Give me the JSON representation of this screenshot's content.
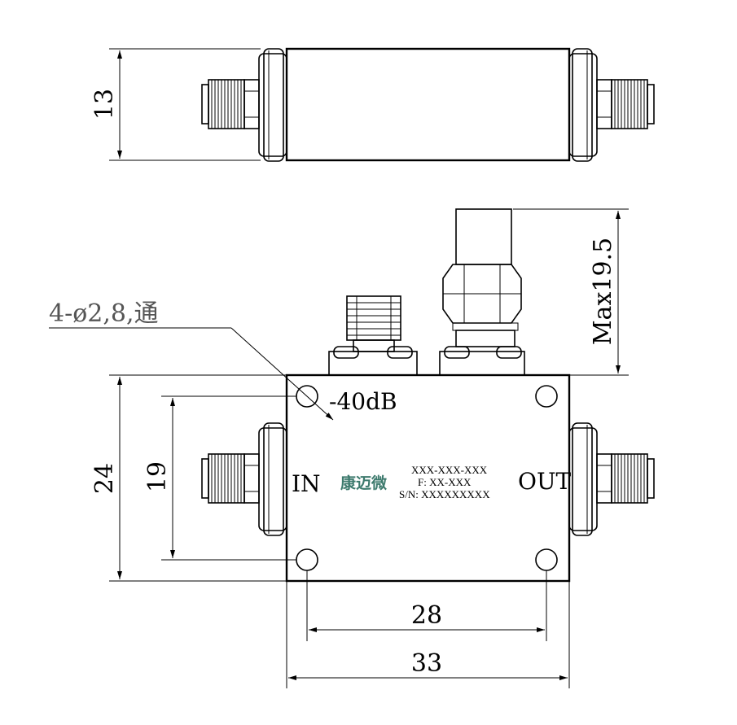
{
  "dimensions": {
    "top_height": "13",
    "max_height": "Max19.5",
    "body_height": "24",
    "hole_vertical_spacing": "19",
    "hole_horizontal_spacing": "28",
    "body_width": "33"
  },
  "callouts": {
    "holes": "4-ø2,8,通",
    "coupling": "-40dB"
  },
  "ports": {
    "input": "IN",
    "output": "OUT"
  },
  "label": {
    "brand": "康迈微",
    "model": "XXX-XXX-XXX",
    "frequency": "F: XX-XXX",
    "serial": "S/N: XXXXXXXXX"
  },
  "colors": {
    "brand": "#3d7a6d",
    "line": "#000000"
  }
}
